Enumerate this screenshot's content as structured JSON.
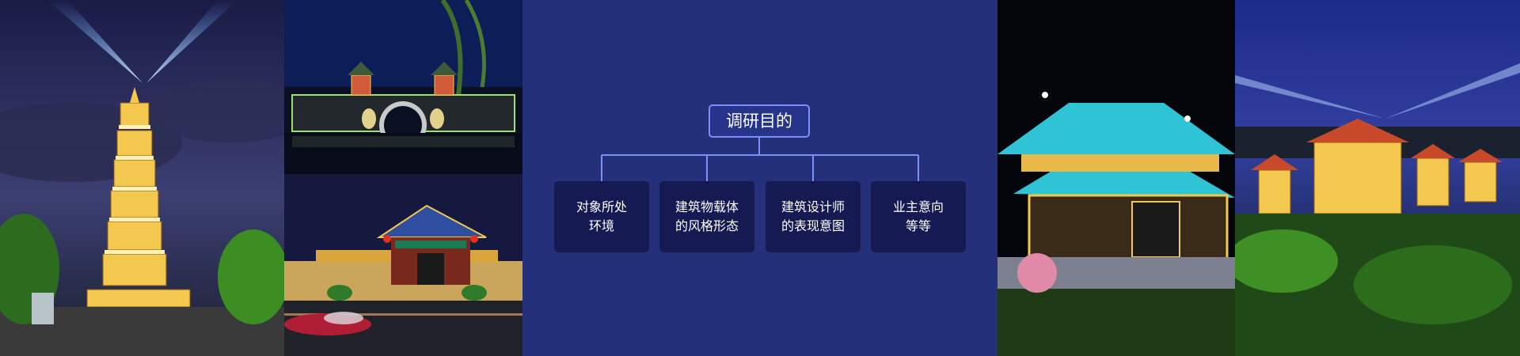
{
  "diagram": {
    "title": "调研目的",
    "items": [
      {
        "line1": "对象所处",
        "line2": "环境"
      },
      {
        "line1": "建筑物载体",
        "line2": "的风格形态"
      },
      {
        "line1": "建筑设计师",
        "line2": "的表现意图"
      },
      {
        "line1": "业主意向",
        "line2": "等等"
      }
    ]
  },
  "colors": {
    "center_bg": "#24307a",
    "card_bg": "#151b52",
    "connector": "#7d8fff",
    "lit_gold": "#f3c24a",
    "lit_cyan": "#2ec4d6"
  }
}
